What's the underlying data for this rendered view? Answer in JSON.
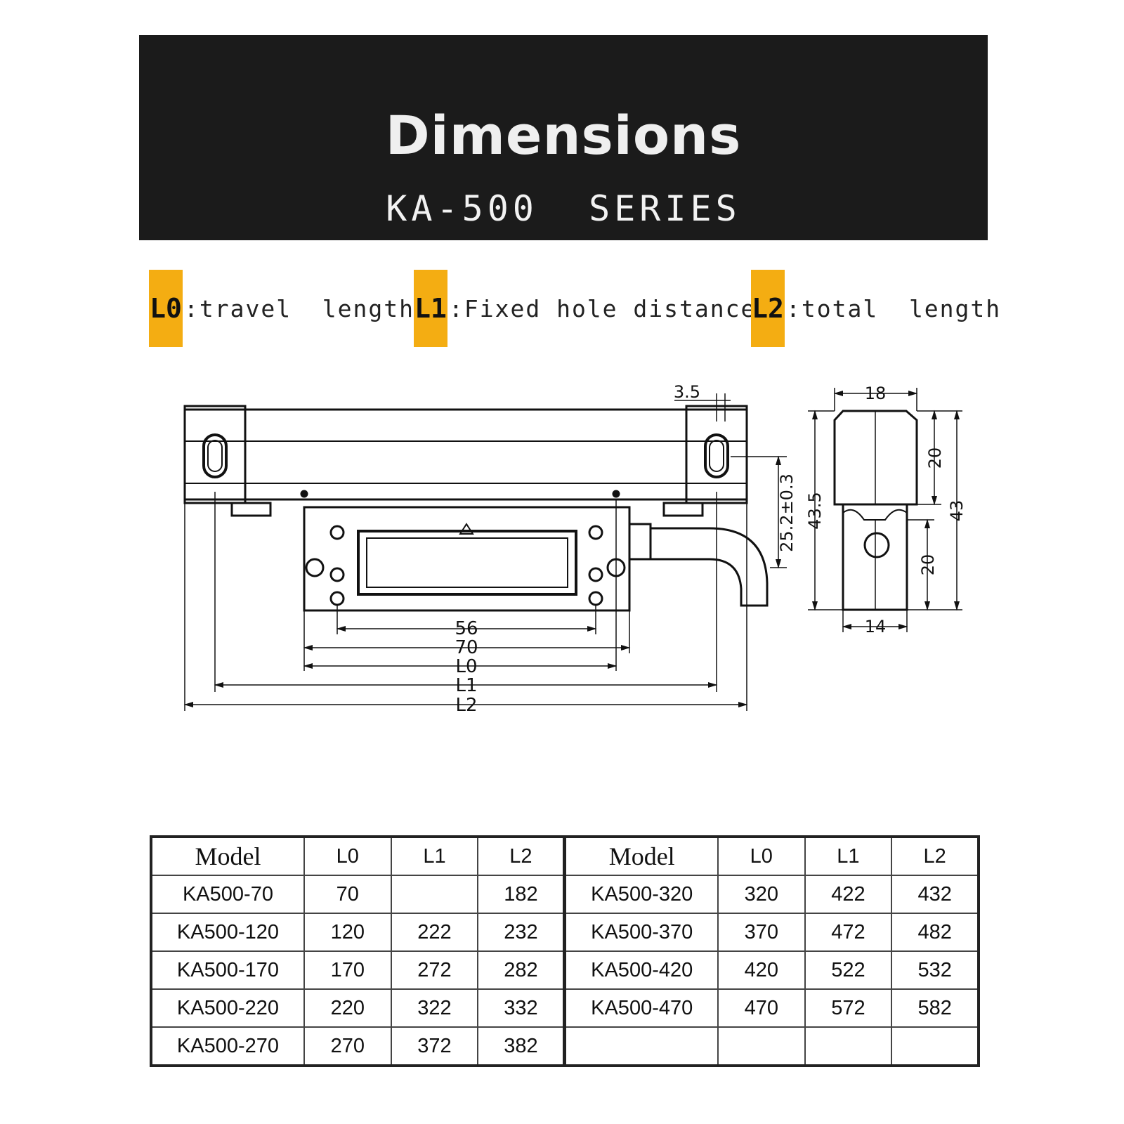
{
  "header": {
    "title": "Dimensions",
    "subtitle": "KA-500  SERIES"
  },
  "legend": [
    {
      "code": "L0",
      "text": ":travel  length"
    },
    {
      "code": "L1",
      "text": ":Fixed hole distance"
    },
    {
      "code": "L2",
      "text": ":total  length"
    }
  ],
  "drawing": {
    "front_view": {
      "dim_top_offset": "3.5",
      "dim_head_height": "25.2±0.3",
      "dim_hole_spacing": "56",
      "dim_head_length": "70",
      "dim_L0": "L0",
      "dim_L1": "L1",
      "dim_L2": "L2"
    },
    "side_view": {
      "dim_top_width": "18",
      "dim_upper_height": "20",
      "dim_lower_height": "20",
      "dim_total_left": "43.5",
      "dim_total_right": "43",
      "dim_bottom_width": "14"
    }
  },
  "table": {
    "headers": [
      "Model",
      "L0",
      "L1",
      "L2",
      "Model",
      "L0",
      "L1",
      "L2"
    ],
    "rows": [
      [
        "KA500-70",
        "70",
        "",
        "182",
        "KA500-320",
        "320",
        "422",
        "432"
      ],
      [
        "KA500-120",
        "120",
        "222",
        "232",
        "KA500-370",
        "370",
        "472",
        "482"
      ],
      [
        "KA500-170",
        "170",
        "272",
        "282",
        "KA500-420",
        "420",
        "522",
        "532"
      ],
      [
        "KA500-220",
        "220",
        "322",
        "332",
        "KA500-470",
        "470",
        "572",
        "582"
      ],
      [
        "KA500-270",
        "270",
        "372",
        "382",
        "",
        "",
        "",
        ""
      ]
    ]
  },
  "colors": {
    "banner_bg": "#1b1b1b",
    "legend_tag": "#f4ad12"
  }
}
